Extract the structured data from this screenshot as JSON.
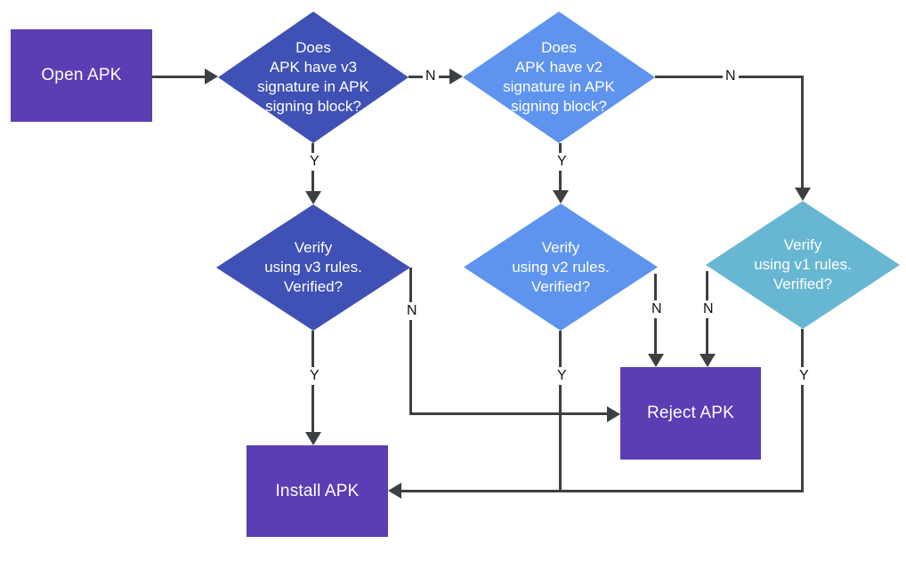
{
  "colors": {
    "background": "#ffffff",
    "process_box_purple": "#5B3EB3",
    "decision_v3_indigo": "#3F51B5",
    "decision_v2_blue": "#5E94EE",
    "decision_v1_teal": "#68B7D2",
    "connector_gray": "#3d4043",
    "node_text": "#ffffff",
    "edge_label_text": "#141414"
  },
  "nodes": {
    "open_apk": {
      "label": "Open APK"
    },
    "check_v3": {
      "label": "Does\nAPK have v3\nsignature in APK\nsigning block?"
    },
    "check_v2": {
      "label": "Does\nAPK have v2\nsignature in APK\nsigning block?"
    },
    "verify_v3": {
      "label": "Verify\nusing v3 rules.\nVerified?"
    },
    "verify_v2": {
      "label": "Verify\nusing v2 rules.\nVerified?"
    },
    "verify_v1": {
      "label": "Verify\nusing v1 rules.\nVerified?"
    },
    "reject_apk": {
      "label": "Reject APK"
    },
    "install_apk": {
      "label": "Install APK"
    }
  },
  "edge_labels": {
    "check_v3_no": "N",
    "check_v3_yes": "Y",
    "check_v2_no": "N",
    "check_v2_yes": "Y",
    "verify_v3_no": "N",
    "verify_v3_yes": "Y",
    "verify_v2_no": "N",
    "verify_v2_yes": "Y",
    "verify_v1_no": "N",
    "verify_v1_yes": "Y"
  }
}
